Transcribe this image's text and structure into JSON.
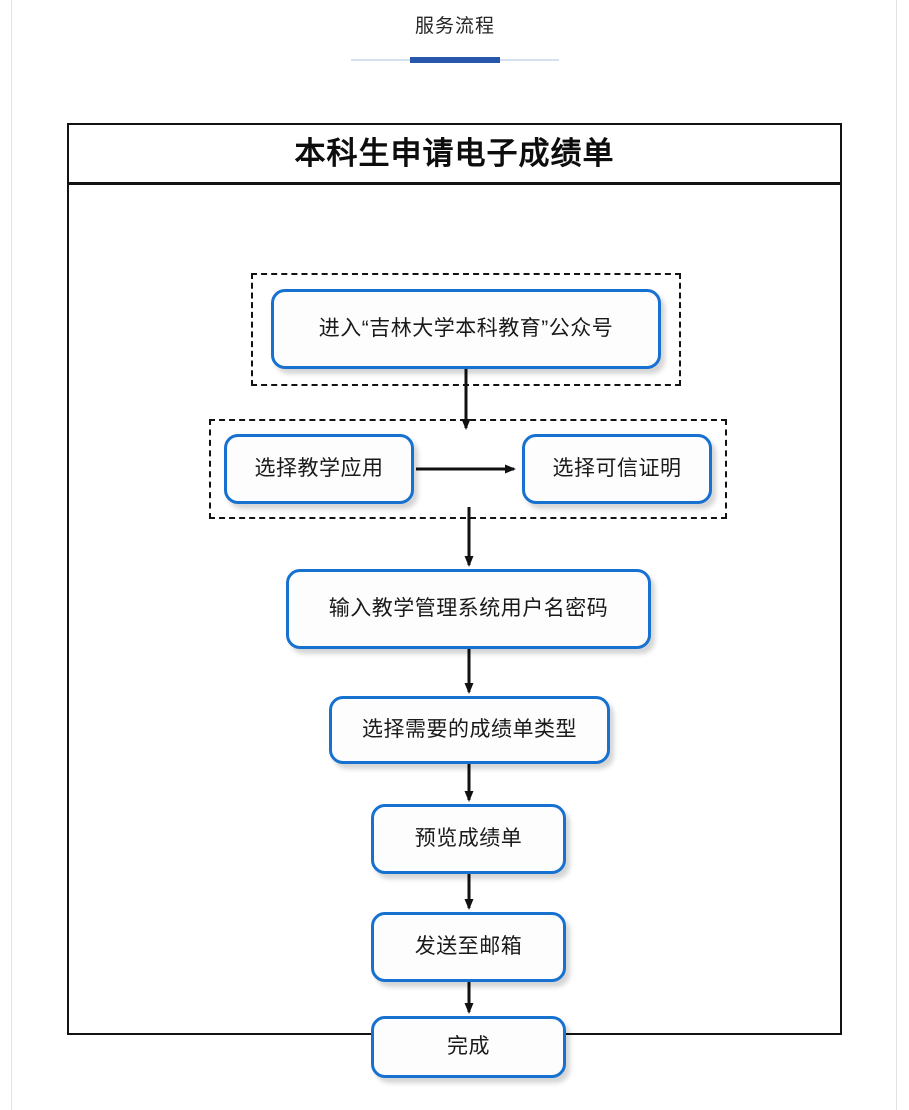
{
  "header": {
    "title": "服务流程",
    "accent_color": "#2657ab",
    "rule_color": "#d6e0ee"
  },
  "flowchart": {
    "title": "本科生申请电子成绩单",
    "node_border_color": "#1671d0",
    "frame_color": "#131313",
    "groups": [
      {
        "id": "group-entry",
        "name": "entry-group"
      },
      {
        "id": "group-select",
        "name": "selection-group"
      }
    ],
    "nodes": [
      {
        "id": "node-official",
        "label": "进入“吉林大学本科教育”公众号"
      },
      {
        "id": "node-teaching",
        "label": "选择教学应用"
      },
      {
        "id": "node-credential",
        "label": "选择可信证明"
      },
      {
        "id": "node-login",
        "label": "输入教学管理系统用户名密码"
      },
      {
        "id": "node-type",
        "label": "选择需要的成绩单类型"
      },
      {
        "id": "node-preview",
        "label": "预览成绩单"
      },
      {
        "id": "node-email",
        "label": "发送至邮箱"
      },
      {
        "id": "node-finish",
        "label": "完成"
      }
    ]
  }
}
